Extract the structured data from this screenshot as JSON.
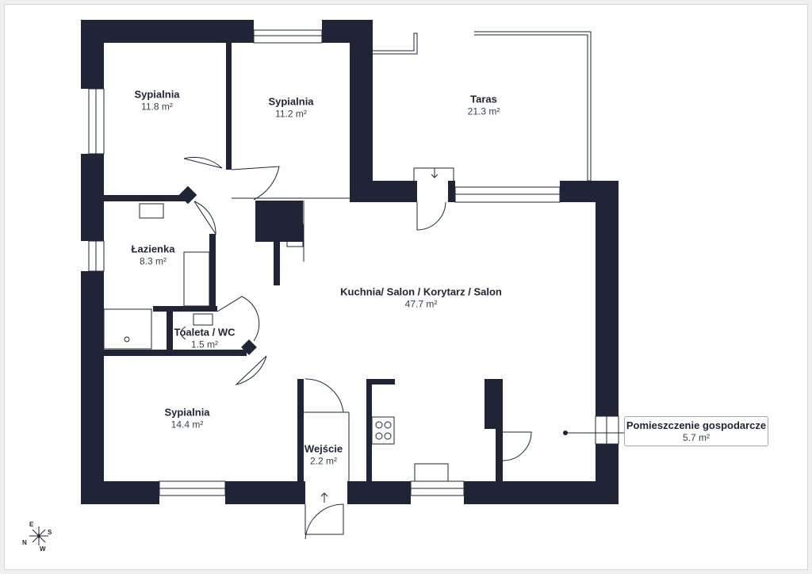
{
  "plan": {
    "colors": {
      "wall": "#1f2537",
      "line": "#1f2537",
      "background": "#ffffff"
    },
    "rooms": [
      {
        "id": "bedroom-1",
        "name": "Sypialnia",
        "area": "11.8 m²"
      },
      {
        "id": "bedroom-2",
        "name": "Sypialnia",
        "area": "11.2 m²"
      },
      {
        "id": "terrace",
        "name": "Taras",
        "area": "21.3 m²"
      },
      {
        "id": "bathroom",
        "name": "Łazienka",
        "area": "8.3 m²"
      },
      {
        "id": "living",
        "name": "Kuchnia/ Salon / Korytarz / Salon",
        "area": "47.7 m²"
      },
      {
        "id": "toilet",
        "name": "Toaleta / WC",
        "area": "1.5 m²"
      },
      {
        "id": "bedroom-3",
        "name": "Sypialnia",
        "area": "14.4 m²"
      },
      {
        "id": "entrance",
        "name": "Wejście",
        "area": "2.2 m²"
      }
    ],
    "callout": {
      "name": "Pomieszczenie gospodarcze",
      "area": "5.7 m²"
    },
    "compass": {
      "north": "N",
      "east": "E",
      "south": "S",
      "west": "W"
    }
  }
}
